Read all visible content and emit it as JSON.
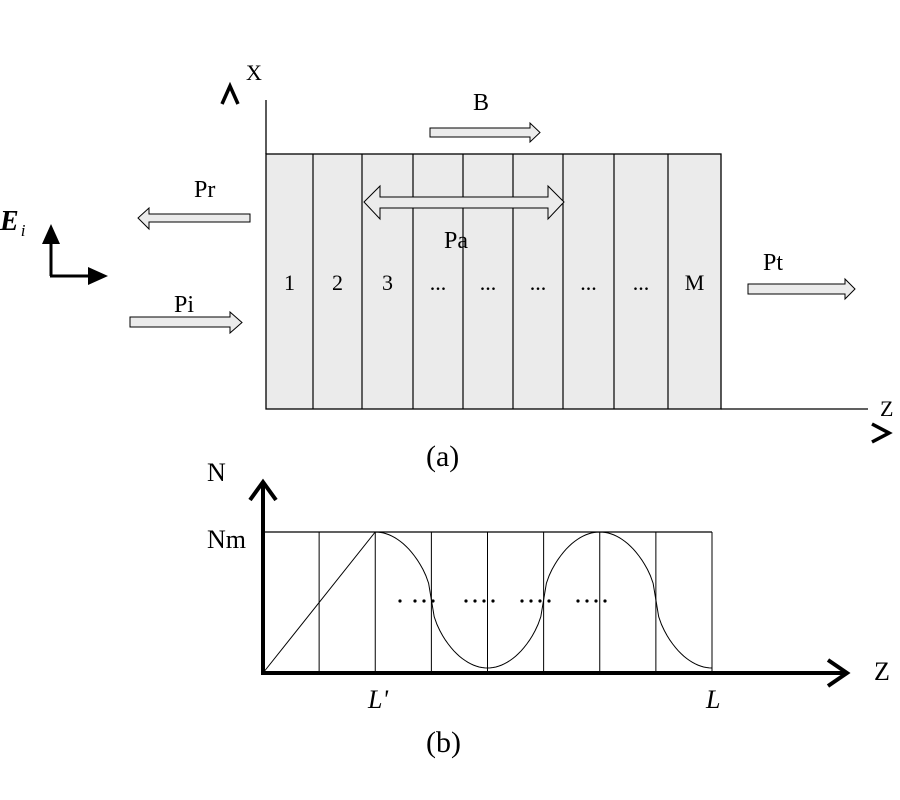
{
  "panel_a": {
    "caption": "(a)",
    "axis_x_label": "X",
    "axis_z_label": "Z",
    "field_label_main": "E",
    "field_label_sub": "i",
    "layer_labels": [
      "1",
      "2",
      "3",
      "...",
      "...",
      "...",
      "...",
      "...",
      "M"
    ],
    "arrows": {
      "B": "B",
      "Pa": "Pa",
      "Pr": "Pr",
      "Pi": "Pi",
      "Pt": "Pt"
    },
    "colors": {
      "slab_fill": "#ebebeb",
      "arrow_fill": "#ebebeb",
      "stroke": "#000000"
    }
  },
  "panel_b": {
    "caption": "(b)",
    "axis_y_label": "N",
    "axis_x_label": "Z",
    "ymax_label": "Nm",
    "tick_labels": [
      "L'",
      "L"
    ],
    "ellipsis_groups": [
      ".",
      "...",
      "....",
      "....",
      "...."
    ]
  },
  "chart_data": {
    "type": "line",
    "title": "(b)",
    "xlabel": "Z",
    "ylabel": "N",
    "description": "Carrier density profile N along Z: linear ramp from 0 to Nm over first two segments (up to L'), then oscillating cosine-shaped profile between 0 and Nm until L",
    "segments": 8,
    "x_ticks": [
      {
        "segment": 2,
        "label": "L'"
      },
      {
        "segment": 8,
        "label": "L"
      }
    ],
    "y_ticks": [
      {
        "value": 1,
        "label": "Nm"
      }
    ],
    "xlim": [
      0,
      8
    ],
    "ylim": [
      0,
      1
    ],
    "x": [
      0,
      1,
      2,
      3,
      4,
      5,
      6,
      7,
      8
    ],
    "values": [
      0,
      0.5,
      1,
      0.5,
      0.0,
      0.5,
      1,
      0.5,
      0.0
    ]
  }
}
